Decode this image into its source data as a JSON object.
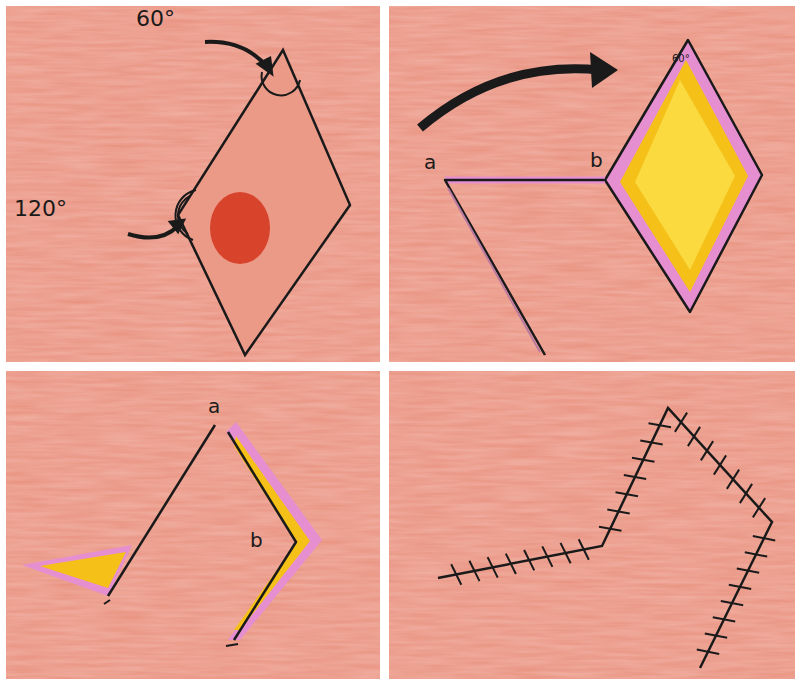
{
  "diagram": {
    "labels": [
      "60°",
      "120°",
      "a",
      "b",
      "60°",
      "a",
      "b"
    ]
  }
}
